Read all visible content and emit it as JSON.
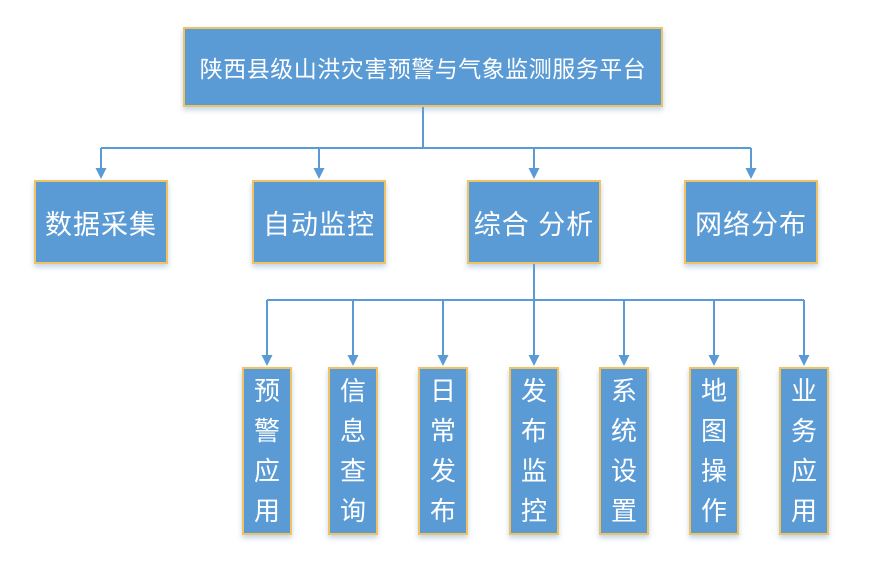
{
  "diagram": {
    "root": {
      "label": "陕西县级山洪灾害预警与气象监测服务平台"
    },
    "level2": [
      {
        "label": "数据采集"
      },
      {
        "label": "自动监控"
      },
      {
        "label": "综合 分析"
      },
      {
        "label": "网络分布"
      }
    ],
    "level3": [
      {
        "label": "预警应用"
      },
      {
        "label": "信息查询"
      },
      {
        "label": "日常发布"
      },
      {
        "label": "发布监控"
      },
      {
        "label": "系统设置"
      },
      {
        "label": "地图操作"
      },
      {
        "label": "业务应用"
      }
    ],
    "colors": {
      "box_fill": "#5B9BD5",
      "box_border": "#EFC262",
      "connector": "#5B9BD5",
      "text": "#FFFFFF",
      "background": "#FFFFFF"
    }
  }
}
